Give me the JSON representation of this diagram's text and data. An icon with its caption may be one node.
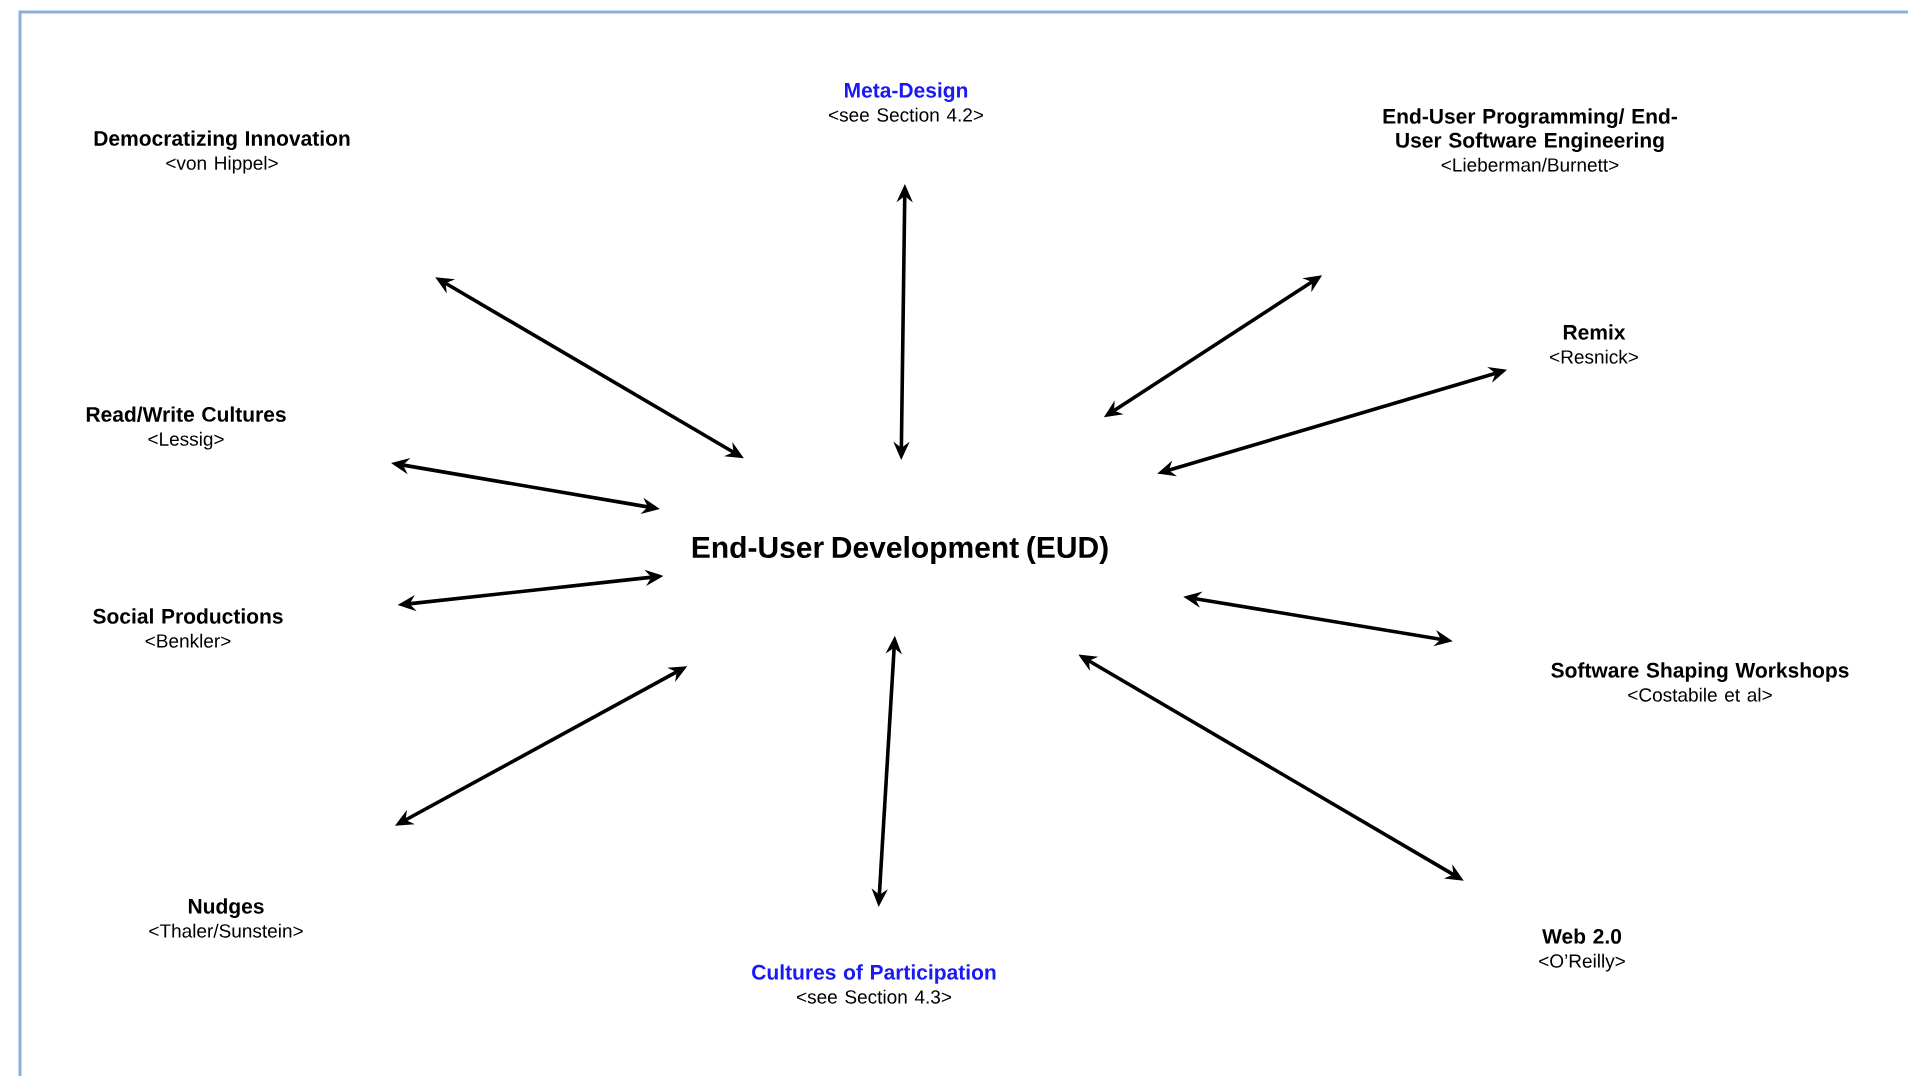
{
  "diagram": {
    "nodes": [
      {
        "text": [
          "End-User Development (EUD)"
        ]
      },
      {
        "text": [
          "Democratizing Innovation",
          "<von Hippel>"
        ]
      },
      {
        "text": [
          "Meta-Design",
          "<see Section 4.2>"
        ]
      },
      {
        "text": [
          "End-User Programming/ End-User Software Engineering",
          "<Lieberman/Burnett>"
        ]
      },
      {
        "text": [
          "Read/Write Cultures",
          "<Lessig>"
        ]
      },
      {
        "text": [
          "Remix",
          "<Resnick>"
        ]
      },
      {
        "text": [
          "Social Productions",
          "<Benkler>"
        ]
      },
      {
        "text": [
          "Software Shaping Workshops",
          "<Costabile et al>"
        ]
      },
      {
        "text": [
          "Nudges",
          "<Thaler/Sunstein>"
        ]
      },
      {
        "text": [
          "Cultures of Participation",
          "<see Section 4.3>"
        ]
      },
      {
        "text": [
          "Web 2.0",
          "<O’Reilly>"
        ]
      }
    ],
    "edges": [
      {
        "from": 0,
        "to": 1,
        "arrow": "both"
      },
      {
        "from": 0,
        "to": 2,
        "arrow": "both"
      },
      {
        "from": 0,
        "to": 3,
        "arrow": "both"
      },
      {
        "from": 0,
        "to": 4,
        "arrow": "both"
      },
      {
        "from": 0,
        "to": 5,
        "arrow": "both"
      },
      {
        "from": 0,
        "to": 6,
        "arrow": "both"
      },
      {
        "from": 0,
        "to": 7,
        "arrow": "both"
      },
      {
        "from": 0,
        "to": 8,
        "arrow": "both"
      },
      {
        "from": 0,
        "to": 9,
        "arrow": "both"
      },
      {
        "from": 0,
        "to": 10,
        "arrow": "both"
      }
    ]
  }
}
